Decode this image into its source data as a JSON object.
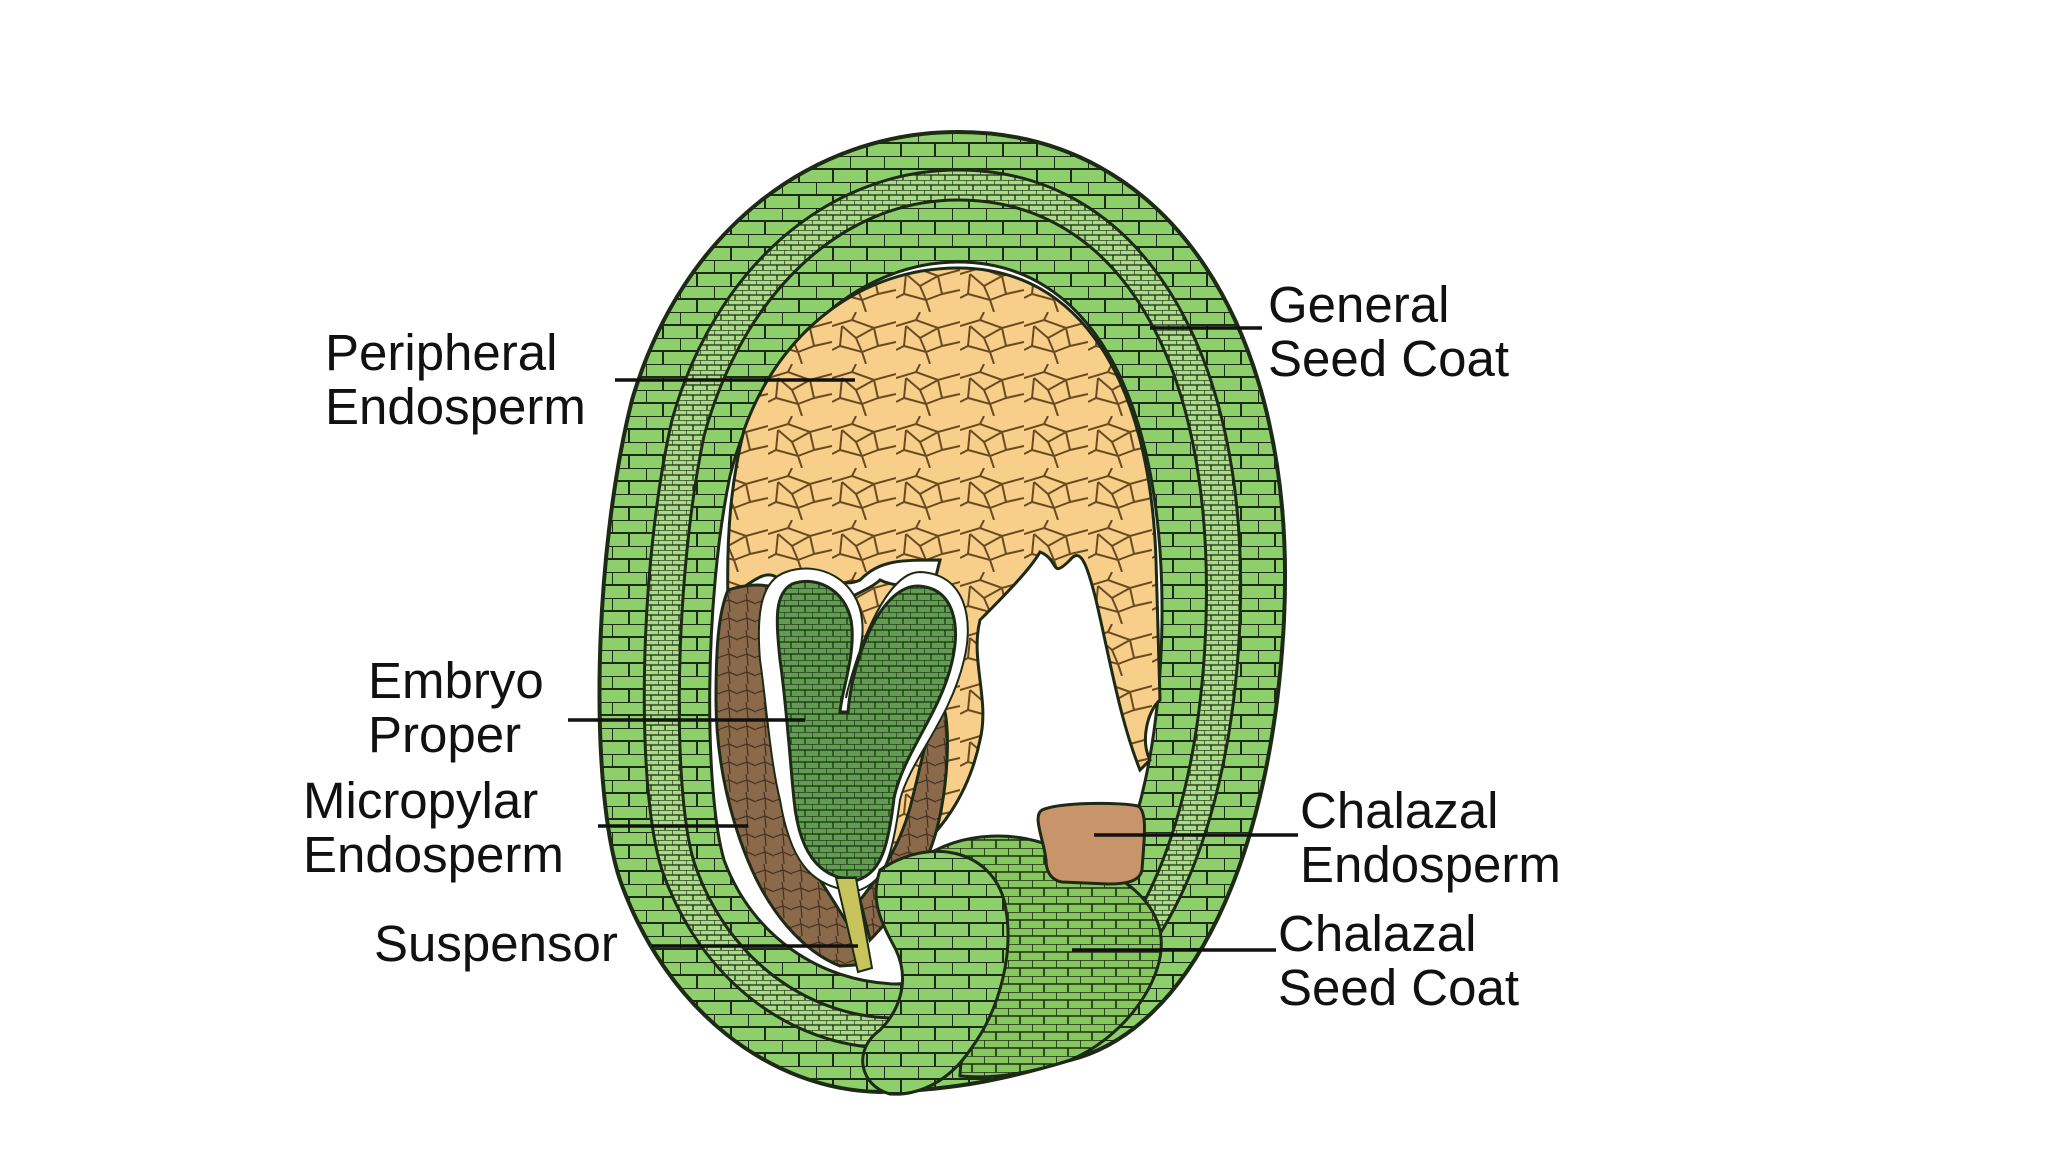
{
  "labels": {
    "peripheral_endosperm": [
      "Peripheral",
      "Endosperm"
    ],
    "embryo_proper": [
      "Embryo",
      "Proper"
    ],
    "micropylar_endosperm": [
      "Micropylar",
      "Endosperm"
    ],
    "suspensor": [
      "Suspensor"
    ],
    "general_seed_coat": [
      "General",
      "Seed Coat"
    ],
    "chalazal_endosperm": [
      "Chalazal",
      "Endosperm"
    ],
    "chalazal_seed_coat": [
      "Chalazal",
      "Seed Coat"
    ]
  },
  "colors": {
    "seed_coat_green": "#8ccf6b",
    "seed_coat_light": "#a9dc86",
    "endosperm_tan": "#f7cf8a",
    "micropylar_brown": "#8b6a4c",
    "embryo_green": "#5f9e4f",
    "chalazal_endosperm": "#c8956a",
    "chalazal_coat": "#86c85e",
    "outline": "#1d2a16"
  }
}
